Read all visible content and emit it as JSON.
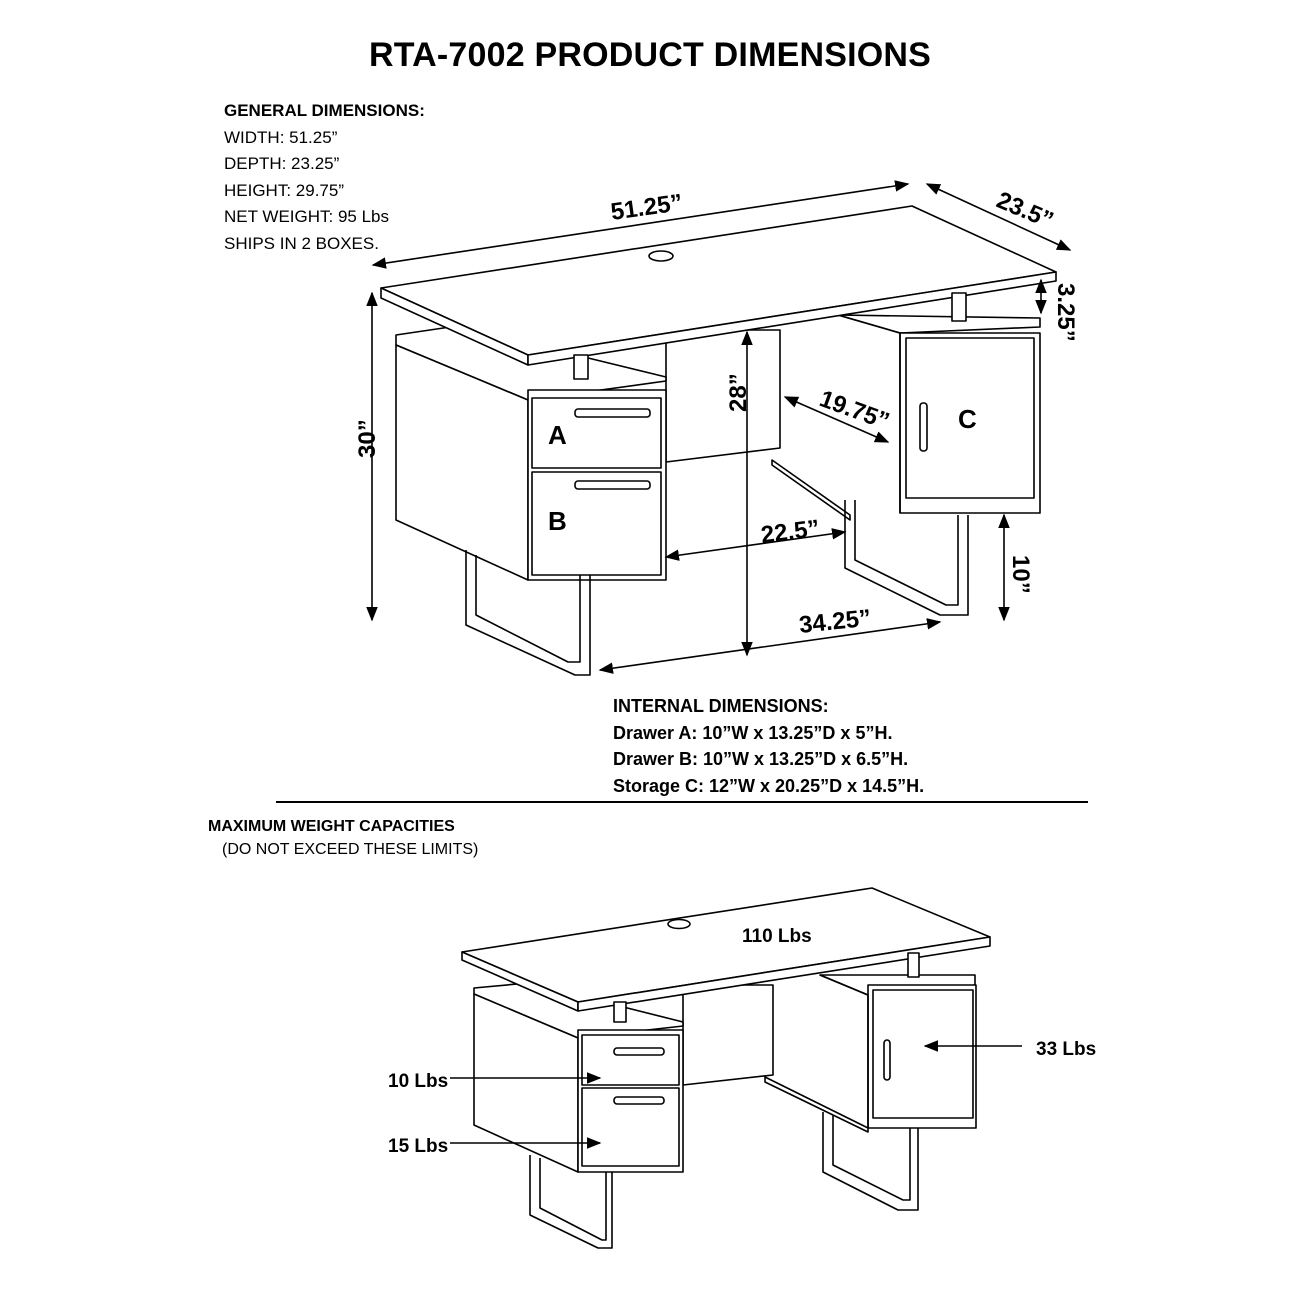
{
  "title": "RTA-7002 PRODUCT DIMENSIONS",
  "general": {
    "heading": "GENERAL DIMENSIONS:",
    "lines": [
      "WIDTH: 51.25”",
      "DEPTH: 23.25”",
      "HEIGHT: 29.75”",
      "NET WEIGHT: 95 Lbs",
      "SHIPS IN 2 BOXES."
    ]
  },
  "dimensions": {
    "width": "51.25”",
    "depth": "23.5”",
    "top_gap": "3.25”",
    "height": "30”",
    "knee_height": "28”",
    "knee_depth": "19.75”",
    "knee_width": "22.5”",
    "leg_span": "34.25”",
    "leg_height": "10”"
  },
  "labels": {
    "a": "A",
    "b": "B",
    "c": "C"
  },
  "internal": {
    "heading": "INTERNAL DIMENSIONS:",
    "lines": [
      "Drawer A: 10”W x 13.25”D x 5”H.",
      "Drawer B: 10”W x 13.25”D x 6.5”H.",
      "Storage C: 12”W x 20.25”D x 14.5”H."
    ]
  },
  "weights": {
    "heading": "MAXIMUM WEIGHT CAPACITIES",
    "note": "(DO NOT EXCEED THESE LIMITS)",
    "top": "110 Lbs",
    "drawer_a": "10 Lbs",
    "drawer_b": "15 Lbs",
    "storage_c": "33 Lbs"
  }
}
